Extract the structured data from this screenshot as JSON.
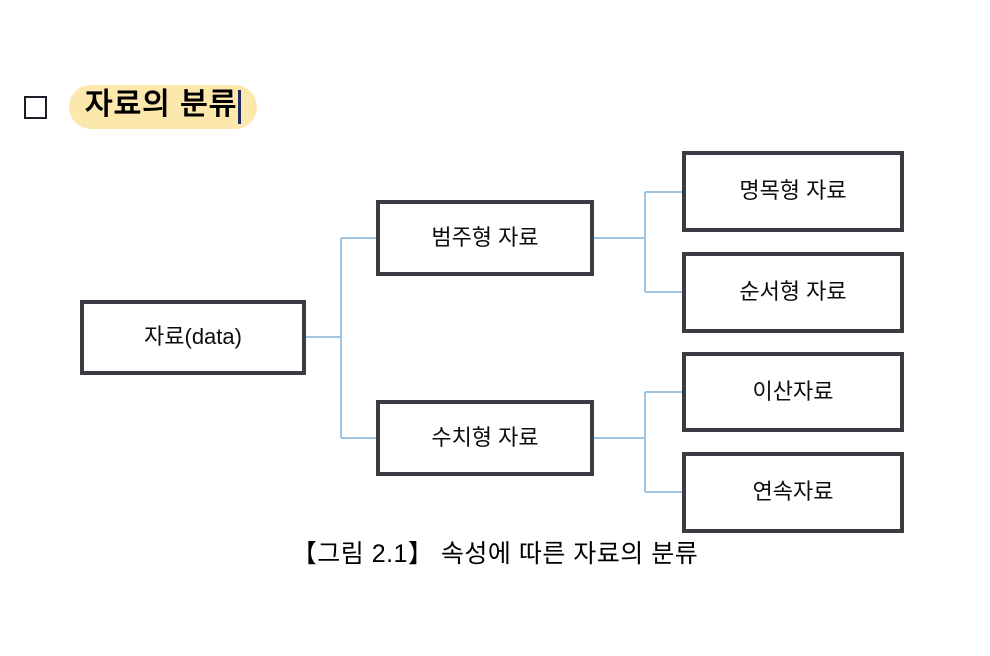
{
  "document": {
    "background_color": "#ffffff",
    "text_color": "#000000"
  },
  "heading": {
    "bullet_glyph": "square-outline",
    "text": "자료의 분류",
    "highlight_color": "#fce7ad",
    "caret_color": "#1f2a60",
    "has_text_caret": true
  },
  "diagram": {
    "type": "tree",
    "box_border_color": "#3b3b43",
    "box_fill_color": "#ffffff",
    "connector_color": "#9fc5e3",
    "root": {
      "label": "자료(data)"
    },
    "branches": [
      {
        "label": "범주형 자료",
        "children": [
          {
            "label": "명목형 자료"
          },
          {
            "label": "순서형 자료"
          }
        ]
      },
      {
        "label": "수치형 자료",
        "children": [
          {
            "label": "이산자료"
          },
          {
            "label": "연속자료"
          }
        ]
      }
    ]
  },
  "caption": {
    "text": "【그림 2.1】 속성에 따른 자료의 분류"
  }
}
